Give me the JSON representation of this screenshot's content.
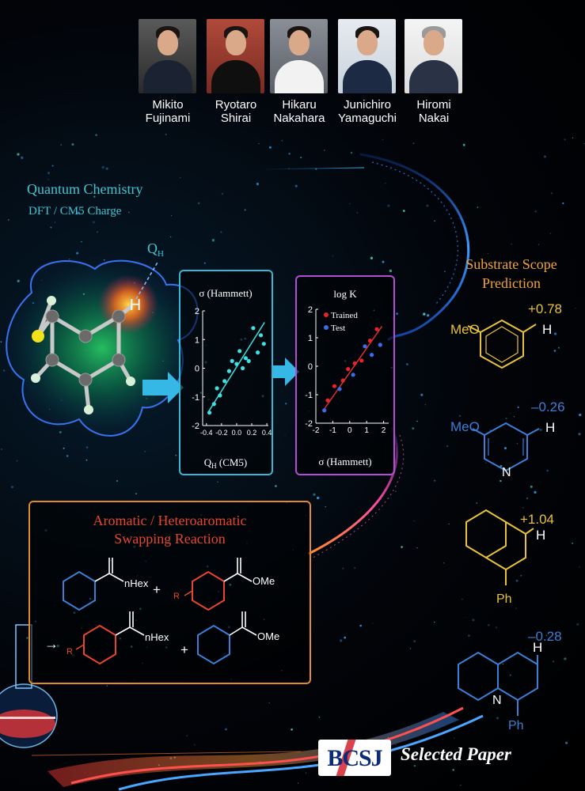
{
  "authors": [
    {
      "first": "Mikito",
      "last": "Fujinami"
    },
    {
      "first": "Ryotaro",
      "last": "Shirai"
    },
    {
      "first": "Hikaru",
      "last": "Nakahara"
    },
    {
      "first": "Junichiro",
      "last": "Yamaguchi"
    },
    {
      "first": "Hiromi",
      "last": "Nakai"
    }
  ],
  "quantum": {
    "title": "Quantum Chemistry",
    "subtitle": "DFT / CM5 Charge",
    "charge_label": "Q",
    "charge_sub": "H",
    "atom_label": "H"
  },
  "scope": {
    "title_line1": "Substrate Scope",
    "title_line2": "Prediction"
  },
  "swap": {
    "title_line1": "Aromatic / Heteroaromatic",
    "title_line2": "Swapping Reaction",
    "nhex": "nHex",
    "ome": "OMe",
    "r": "R",
    "plus": "+",
    "arrow": "→"
  },
  "substrates": [
    {
      "value": "+0.78",
      "left_group": "MeO",
      "h": "H"
    },
    {
      "value": "–0.26",
      "left_group": "MeO",
      "h": "H",
      "n": "N"
    },
    {
      "value": "+1.04",
      "h": "H",
      "bottom_group": "Ph"
    },
    {
      "value": "–0.28",
      "h": "H",
      "n": "N",
      "bottom_group": "Ph"
    }
  ],
  "colors": {
    "cyan": "#3fc7d4",
    "gold": "#f0a33a",
    "blue": "#4f8de8",
    "red": "#e8452e",
    "magenta": "#b44cd6",
    "ring_yellow": "#e8c23c",
    "ring_blue": "#3b7fd6"
  },
  "logo": {
    "text": "BCSJ",
    "tagline": "Selected Paper"
  },
  "chart_data": [
    {
      "type": "scatter",
      "title": "σ (Hammett)",
      "xlabel_main": "Q",
      "xlabel_sub": "H",
      "xlabel_rest": " (CM5)",
      "xlim": [
        -0.45,
        0.42
      ],
      "ylim": [
        -2,
        2
      ],
      "xticks": [
        -0.4,
        -0.2,
        0.0,
        0.2,
        0.4
      ],
      "xtick_labels": [
        "-0.4",
        "-0.2",
        "0.0",
        "0.2",
        "0.4"
      ],
      "yticks": [
        -2,
        -1,
        0,
        1,
        2
      ],
      "ytick_labels": [
        "-2",
        "-1",
        "0",
        "1",
        "2"
      ],
      "series": [
        {
          "color": "#3fe0e0",
          "x": [
            -0.36,
            -0.3,
            -0.26,
            -0.22,
            -0.16,
            -0.1,
            -0.06,
            0.0,
            0.04,
            0.08,
            0.12,
            0.16,
            0.22,
            0.28,
            0.32,
            0.36
          ],
          "y": [
            -1.55,
            -1.25,
            -0.7,
            -0.95,
            -0.45,
            -0.1,
            0.25,
            0.15,
            0.6,
            0.0,
            0.35,
            0.25,
            1.4,
            0.55,
            1.15,
            0.85
          ]
        }
      ],
      "fit": {
        "x": [
          -0.38,
          0.37
        ],
        "y": [
          -1.55,
          1.6
        ]
      }
    },
    {
      "type": "scatter",
      "title": "log K",
      "xlabel": "σ (Hammett)",
      "xlim": [
        -2,
        2.3
      ],
      "ylim": [
        -2,
        2
      ],
      "xticks": [
        -2,
        -1,
        0,
        1,
        2
      ],
      "xtick_labels": [
        "-2",
        "-1",
        "0",
        "1",
        "2"
      ],
      "yticks": [
        -2,
        -1,
        0,
        1,
        2
      ],
      "ytick_labels": [
        "-2",
        "-1",
        "0",
        "1",
        "2"
      ],
      "series": [
        {
          "name": "Trained",
          "color": "#e8242a",
          "x": [
            -1.3,
            -0.9,
            -0.4,
            -0.1,
            0.3,
            0.7,
            1.2,
            1.6
          ],
          "y": [
            -1.2,
            -0.7,
            -0.5,
            -0.1,
            0.1,
            0.2,
            0.9,
            1.3
          ]
        },
        {
          "name": "Test",
          "color": "#3b6cf0",
          "x": [
            -1.5,
            -0.6,
            0.2,
            0.9,
            1.3,
            1.8
          ],
          "y": [
            -1.55,
            -0.8,
            -0.3,
            0.7,
            0.4,
            0.75
          ]
        }
      ],
      "fit": {
        "x": [
          -1.5,
          1.9
        ],
        "y": [
          -1.5,
          1.4
        ]
      }
    }
  ]
}
